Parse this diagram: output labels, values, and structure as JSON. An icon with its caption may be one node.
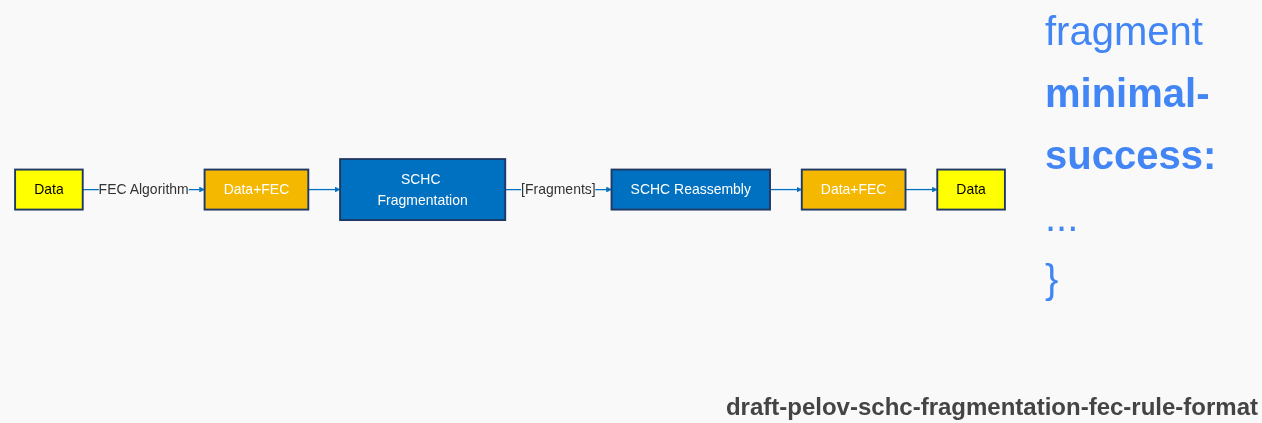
{
  "diagram": {
    "caption": "draft-pelov-schc-fragmentation-fec-rule-format",
    "nodes": [
      {
        "text": [
          "Data"
        ]
      },
      {
        "text": [
          "Data+FEC"
        ]
      },
      {
        "text": [
          "SCHC Fragmentation"
        ]
      },
      {
        "text": [
          "SCHC Reassembly"
        ]
      },
      {
        "text": [
          "Data+FEC"
        ]
      },
      {
        "text": [
          "Data"
        ]
      }
    ],
    "edges": [
      {
        "from": 0,
        "to": 1,
        "arrow": "to",
        "label": "FEC Algorithm"
      },
      {
        "from": 1,
        "to": 2,
        "arrow": "to"
      },
      {
        "from": 2,
        "to": 3,
        "arrow": "to",
        "label": "[Fragments]"
      },
      {
        "from": 3,
        "to": 4,
        "arrow": "to"
      },
      {
        "from": 4,
        "to": 5,
        "arrow": "to"
      }
    ],
    "labels": [
      "fragment",
      "minimal-",
      "success:",
      "...",
      "}"
    ]
  }
}
